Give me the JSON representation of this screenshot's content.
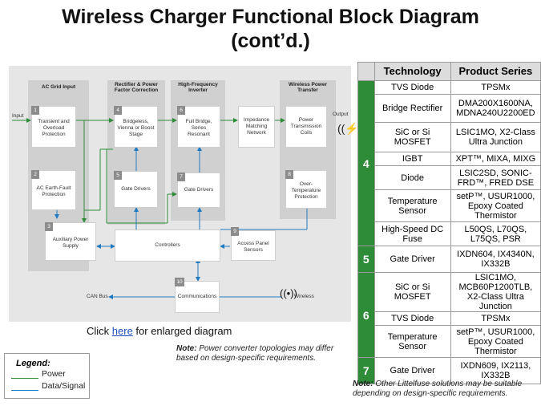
{
  "title": {
    "line1": "Wireless Charger Functional Block Diagram",
    "line2": "(cont’d.)"
  },
  "diagram": {
    "bands": {
      "ac_grid": "AC Grid Input",
      "rectifier": "Rectifier & Power Factor Correction",
      "hf_inverter": "High-Frequency Inverter",
      "wpt": "Wireless Power Transfer"
    },
    "blocks": {
      "transient": "Transient and Overload Protection",
      "bridgeless": "Bridgeless, Vienna or Boost Stage",
      "full_bridge": "Full Bridge, Series Resonant",
      "impedance": "Impedance Matching Network",
      "power_tx": "Power Transmission Coils",
      "earth_fault": "AC Earth-Fault Protection",
      "gate_drivers_1": "Gate Drivers",
      "gate_drivers_2": "Gate Drivers",
      "over_temp": "Over-Temperature Protection",
      "aux_ps": "Auxiliary Power Supply",
      "controllers": "Controllers",
      "access_panel": "Access Panel Sensors",
      "communications": "Communications"
    },
    "numbers": {
      "n1": "1",
      "n2": "2",
      "n3": "3",
      "n4": "4",
      "n5": "5",
      "n6": "6",
      "n7": "7",
      "n8": "8",
      "n9": "9",
      "n10": "10"
    },
    "labels": {
      "input": "Input",
      "output": "Output",
      "can_bus": "CAN Bus",
      "wireless": "Wireless"
    }
  },
  "click_line": {
    "prefix": "Click ",
    "link": "here",
    "suffix": " for enlarged diagram"
  },
  "note_left": {
    "bold": "Note:",
    "text": " Power converter topologies may differ based on design-specific requirements."
  },
  "legend": {
    "title": "Legend:",
    "power": "Power",
    "data": "Data/Signal",
    "power_color": "#2e8b38",
    "data_color": "#1f7ac2"
  },
  "table": {
    "headers": [
      "",
      "Technology",
      "Product Series"
    ],
    "groups": [
      {
        "id": "4",
        "rows": [
          {
            "tech": "TVS Diode",
            "product": "TPSMx"
          },
          {
            "tech": "Bridge Rectifier",
            "product": "DMA200X1600NA, MDNA240U2200ED"
          },
          {
            "tech": "SiC or Si MOSFET",
            "product": "LSIC1MO, X2-Class Ultra Junction"
          },
          {
            "tech": "IGBT",
            "product": "XPT™, MIXA, MIXG"
          },
          {
            "tech": "Diode",
            "product": "LSIC2SD, SONIC-FRD™, FRED DSE"
          },
          {
            "tech": "Temperature Sensor",
            "product": "setP™, USUR1000, Epoxy Coated Thermistor"
          },
          {
            "tech": "High-Speed DC Fuse",
            "product": "L50QS, L70QS, L75QS, PSR"
          }
        ]
      },
      {
        "id": "5",
        "rows": [
          {
            "tech": "Gate Driver",
            "product": "IXDN604, IX4340N, IX332B"
          }
        ]
      },
      {
        "id": "6",
        "rows": [
          {
            "tech": "SiC or Si MOSFET",
            "product": "LSIC1MO, MCB60P1200TLB, X2-Class Ultra Junction"
          },
          {
            "tech": "TVS Diode",
            "product": "TPSMx"
          },
          {
            "tech": "Temperature Sensor",
            "product": "setP™, USUR1000, Epoxy Coated Thermistor"
          }
        ]
      },
      {
        "id": "7",
        "rows": [
          {
            "tech": "Gate Driver",
            "product": "IXDN609, IX2113, IX332B"
          }
        ]
      }
    ]
  },
  "note_right": {
    "bold": "Note:",
    "text": " Other Littelfuse solutions may be suitable depending on design-specific requirements."
  }
}
